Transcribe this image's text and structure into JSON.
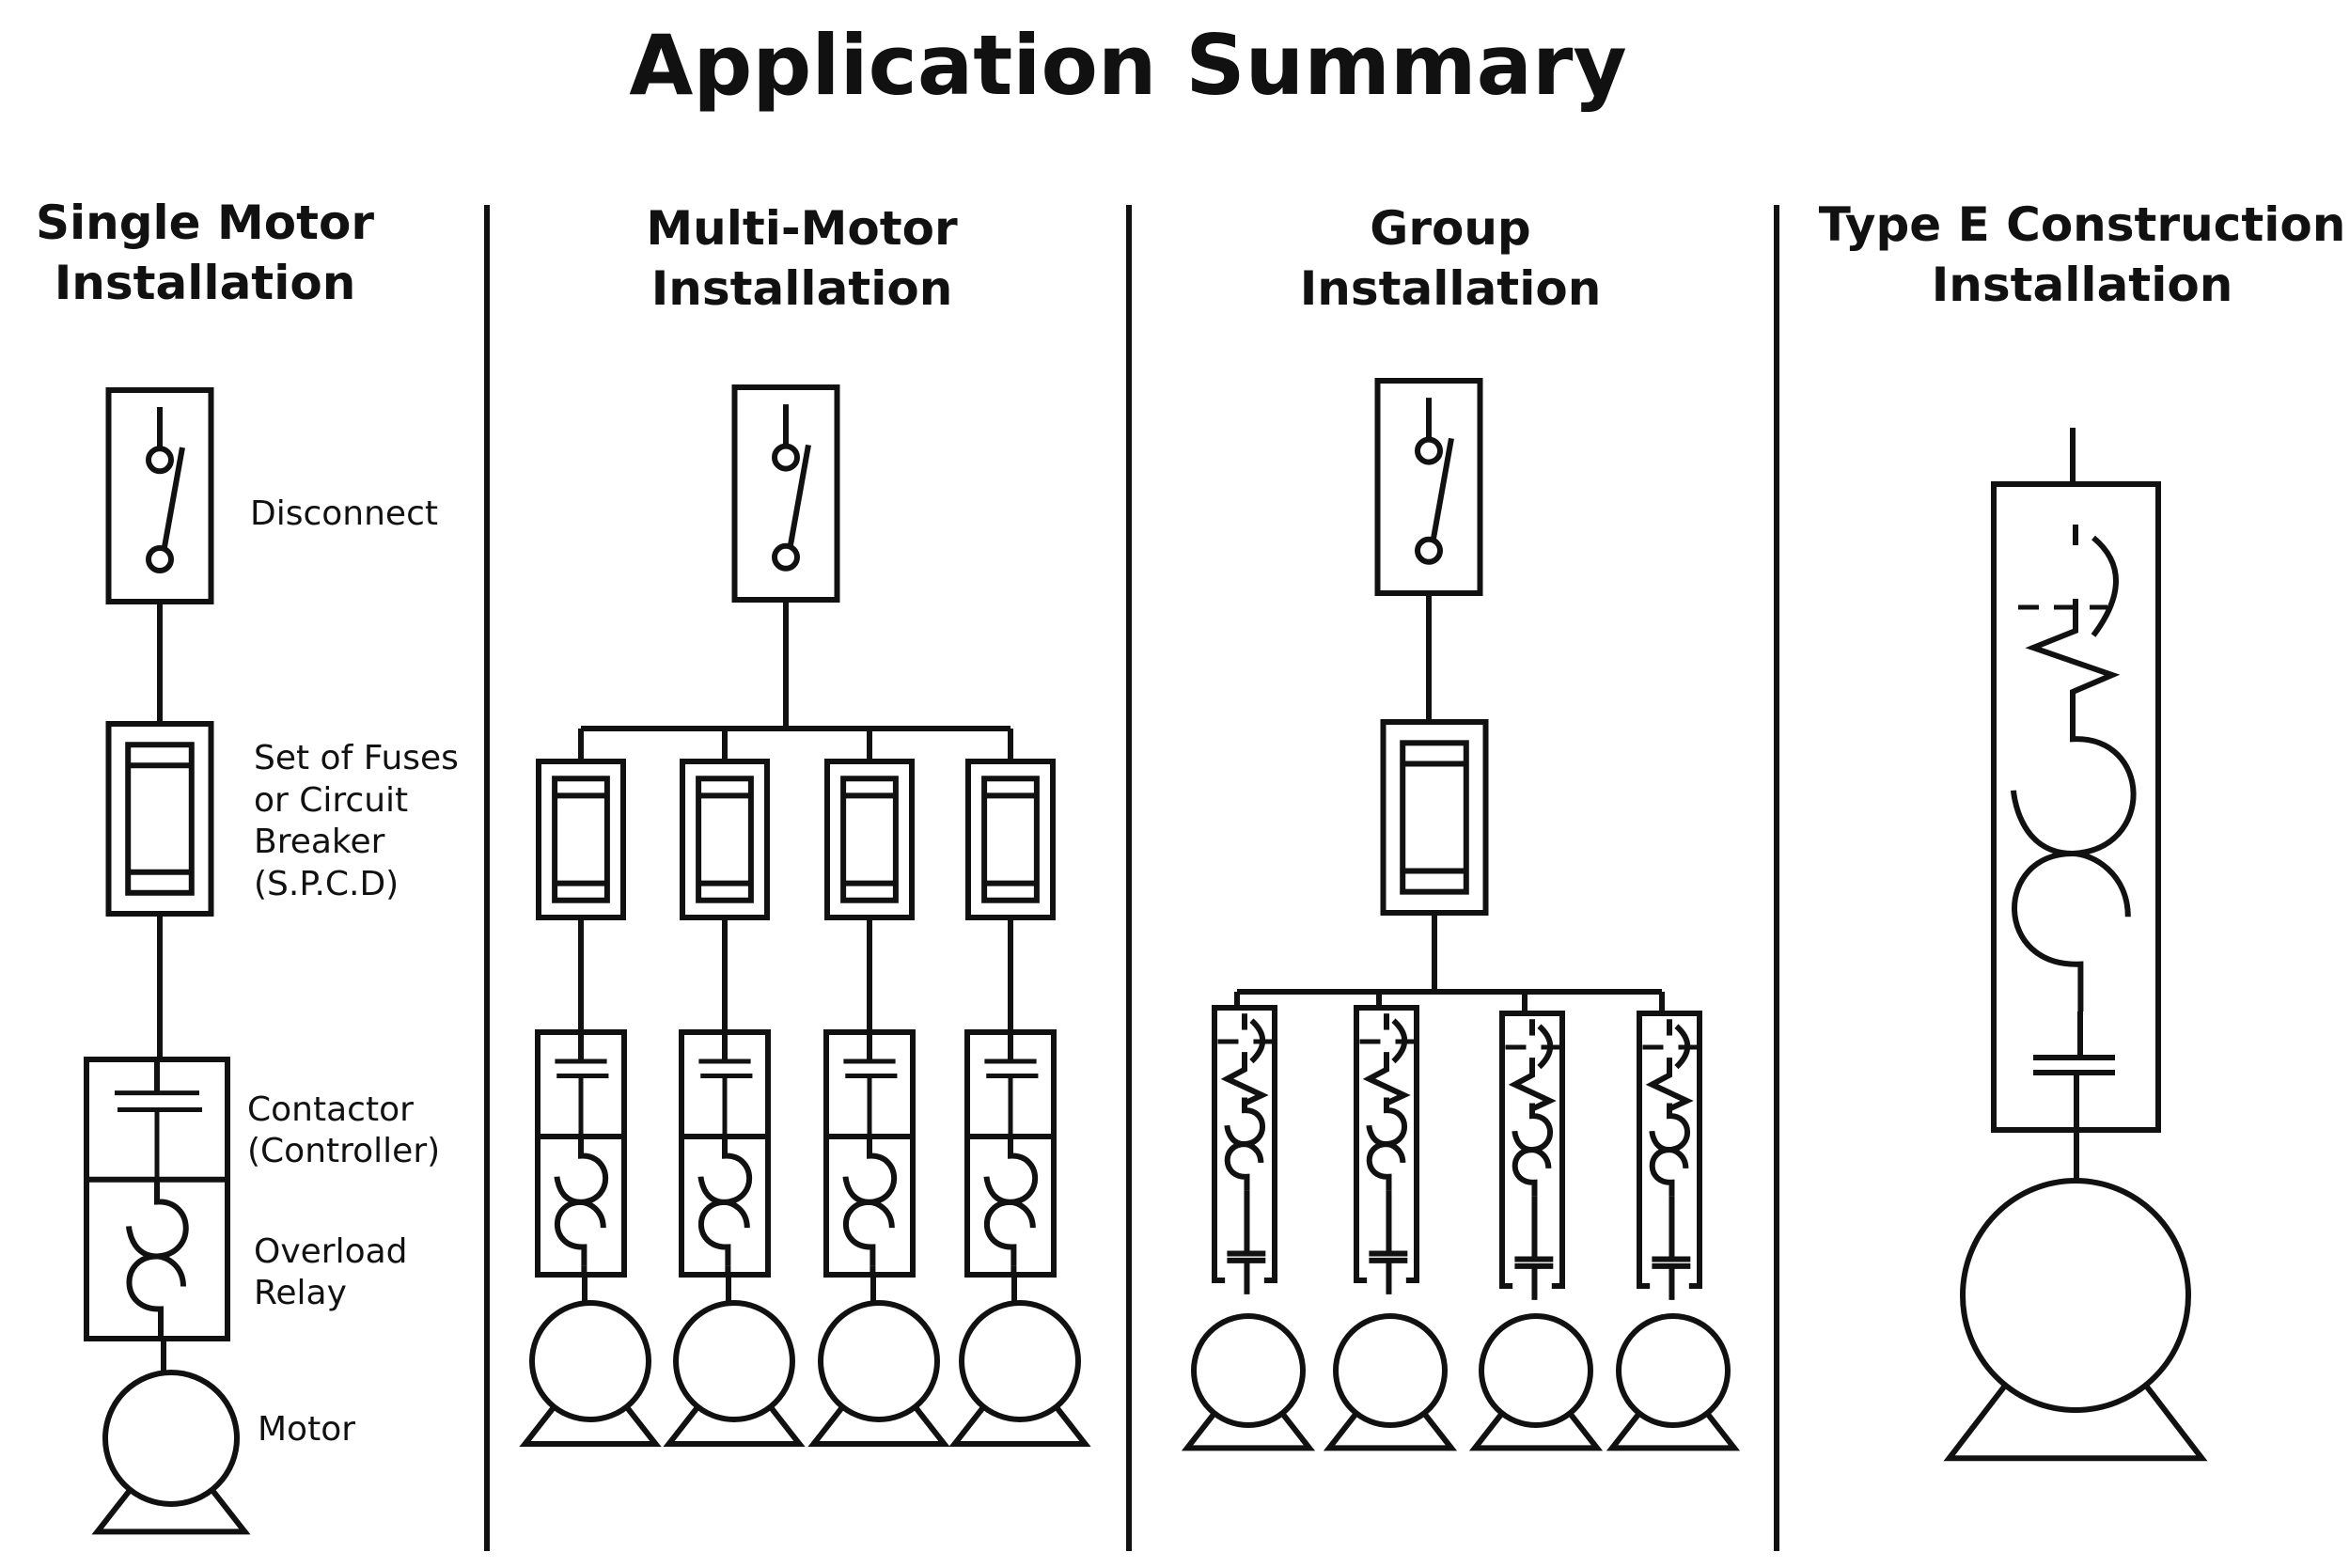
{
  "title": "Application Summary",
  "sections": [
    {
      "id": "single",
      "heading": [
        "Single Motor",
        "Installation"
      ]
    },
    {
      "id": "multi",
      "heading": [
        "Multi-Motor",
        "Installation"
      ]
    },
    {
      "id": "group",
      "heading": [
        "Group",
        "Installation"
      ]
    },
    {
      "id": "typee",
      "heading": [
        "Type E Construction",
        "Installation"
      ]
    }
  ],
  "labels": {
    "disconnect": [
      "Disconnect"
    ],
    "fuses": [
      "Set of Fuses",
      "or Circuit",
      "Breaker",
      "(S.P.C.D)"
    ],
    "contactor": [
      "Contactor",
      "(Controller)"
    ],
    "overload": [
      "Overload",
      "Relay"
    ],
    "motor": [
      "Motor"
    ]
  },
  "counts": {
    "multi_branches": 4,
    "group_branches": 4
  },
  "colors": {
    "ink": "#111111",
    "background": "#ffffff"
  }
}
